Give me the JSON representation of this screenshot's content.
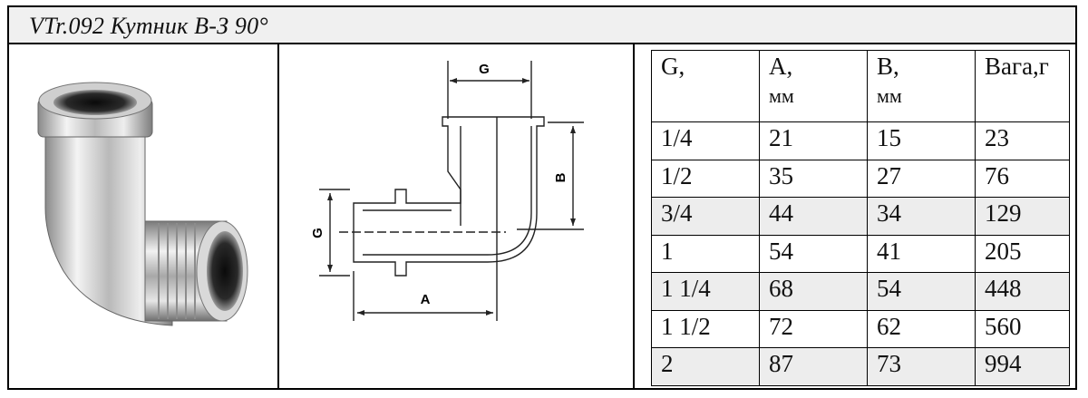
{
  "title": "VTr.092 Кутник В-З 90°",
  "drawing": {
    "dim_g_top": "G",
    "dim_b": "B",
    "dim_g_left": "G",
    "dim_a": "A"
  },
  "table": {
    "headers": [
      {
        "main": "G,",
        "sub": ""
      },
      {
        "main": "A,",
        "sub": "мм"
      },
      {
        "main": "B,",
        "sub": "мм"
      },
      {
        "main": "Вага,г",
        "sub": ""
      }
    ],
    "rows": [
      {
        "cells": [
          "1/4",
          "21",
          "15",
          "23"
        ],
        "shaded": false
      },
      {
        "cells": [
          "1/2",
          "35",
          "27",
          "76"
        ],
        "shaded": false
      },
      {
        "cells": [
          "3/4",
          "44",
          "34",
          "129"
        ],
        "shaded": true
      },
      {
        "cells": [
          "1",
          "54",
          "41",
          "205"
        ],
        "shaded": false
      },
      {
        "cells": [
          "1 1/4",
          "68",
          "54",
          "448"
        ],
        "shaded": true
      },
      {
        "cells": [
          "1 1/2",
          "72",
          "62",
          "560"
        ],
        "shaded": false
      },
      {
        "cells": [
          "2",
          "87",
          "73",
          "994"
        ],
        "shaded": true
      }
    ]
  },
  "colors": {
    "border": "#000000",
    "shade": "#ededed",
    "title_bg": "#f0f0f0"
  }
}
